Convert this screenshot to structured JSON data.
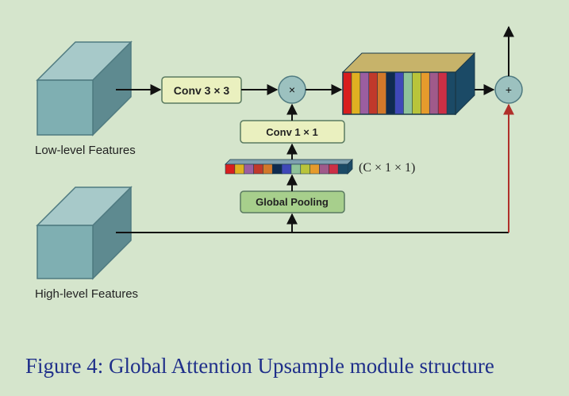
{
  "nodes": {
    "low_features_label": "Low-level Features",
    "high_features_label": "High-level Features",
    "conv3_label": "Conv 3 × 3",
    "conv1_label": "Conv 1 × 1",
    "pool_label": "Global Pooling",
    "multiply_symbol": "×",
    "add_symbol": "+",
    "vector_dim_label": "(C × 1 × 1)"
  },
  "colors": {
    "background": "#d5e5cc",
    "cube_front": "#7fafb2",
    "cube_top": "#a7c9c9",
    "cube_side": "#5e8a90",
    "conv_box": "#eaf0bf",
    "pool_box": "#a7cf8c",
    "op_circle": "#9cc1bf",
    "skip_arrow": "#b0302a",
    "caption": "#1f2f8a",
    "channels": [
      "#d81e1e",
      "#e0b021",
      "#9b5ea0",
      "#c0392b",
      "#d2782a",
      "#0f2b50",
      "#3f48b8",
      "#8fc39a",
      "#b9c43a",
      "#e69b2c",
      "#a05a8a",
      "#cc2f45",
      "#1b4a66"
    ]
  },
  "caption": "Figure 4: Global Attention Upsample module structure"
}
